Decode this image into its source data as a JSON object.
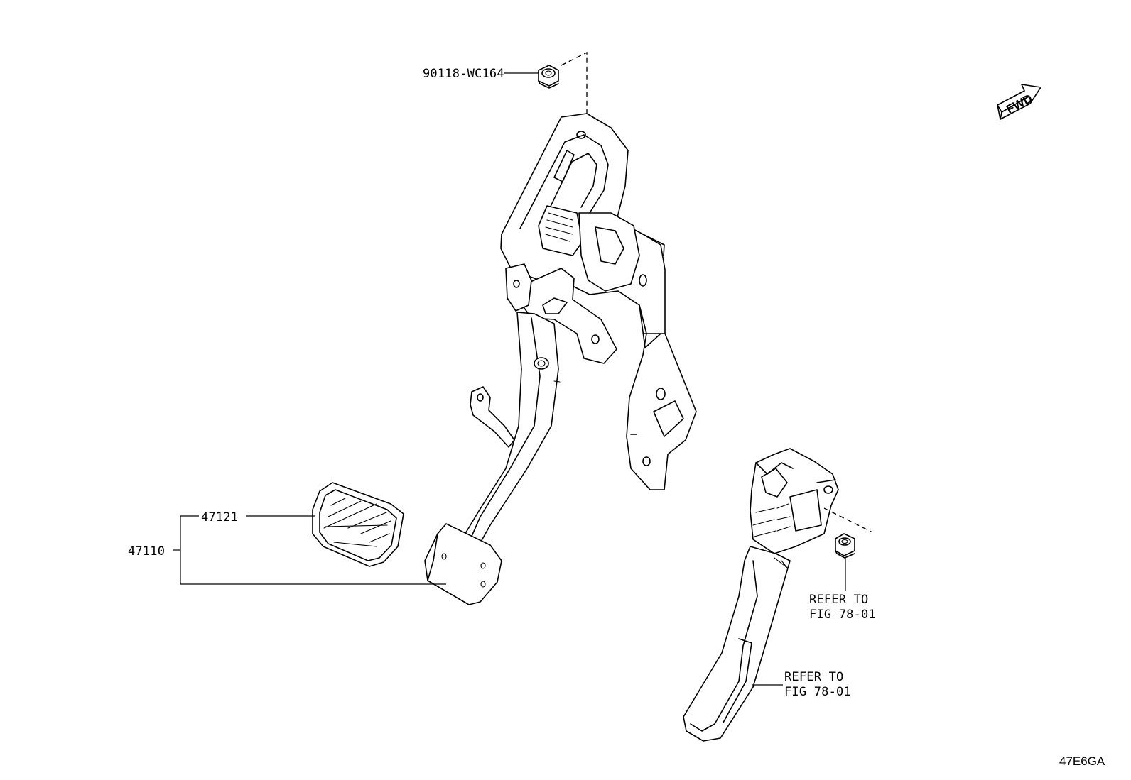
{
  "diagram": {
    "sheet_code": "47E6GA",
    "direction_marker": {
      "label": "FWD",
      "icon": "forward-arrow-icon"
    },
    "callouts": {
      "nut_top": {
        "part_number": "90118-WC164"
      },
      "pedal_pad": {
        "part_number": "47121"
      },
      "brake_pedal_assy": {
        "part_number": "47110"
      },
      "refer_1": {
        "line1": "REFER TO",
        "line2": "FIG 78-01"
      },
      "refer_2": {
        "line1": "REFER TO",
        "line2": "FIG 78-01"
      }
    }
  }
}
